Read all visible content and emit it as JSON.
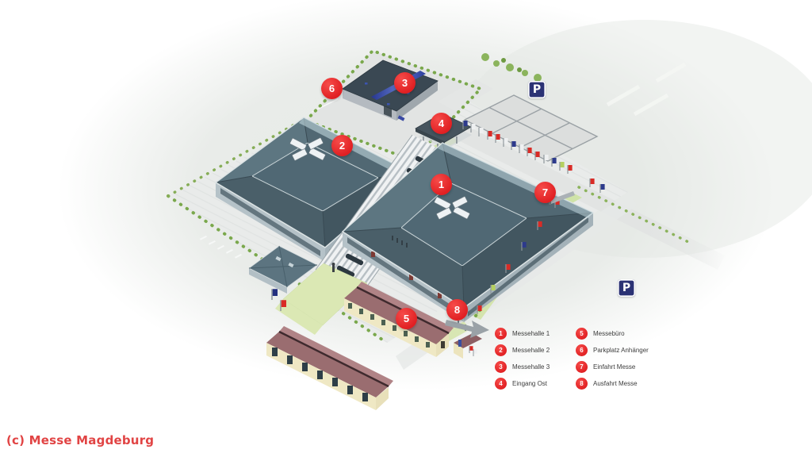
{
  "copyright": "(c) Messe Magdeburg",
  "map": {
    "parking_sign_letter": "P",
    "markers": [
      {
        "number": "1"
      },
      {
        "number": "2"
      },
      {
        "number": "3"
      },
      {
        "number": "4"
      },
      {
        "number": "5"
      },
      {
        "number": "6"
      },
      {
        "number": "7"
      },
      {
        "number": "8"
      }
    ],
    "colors": {
      "marker_red": "#ee2528",
      "parking_sign_blue": "#2b3274",
      "copyright_red": "#e14444"
    }
  },
  "legend": {
    "items": [
      {
        "number": "1",
        "label": "Messehalle 1"
      },
      {
        "number": "2",
        "label": "Messehalle 2"
      },
      {
        "number": "3",
        "label": "Messehalle 3"
      },
      {
        "number": "4",
        "label": "Eingang Ost"
      },
      {
        "number": "5",
        "label": "Messebüro"
      },
      {
        "number": "6",
        "label": "Parkplatz Anhänger"
      },
      {
        "number": "7",
        "label": "Einfahrt Messe"
      },
      {
        "number": "8",
        "label": "Ausfahrt Messe"
      }
    ]
  }
}
